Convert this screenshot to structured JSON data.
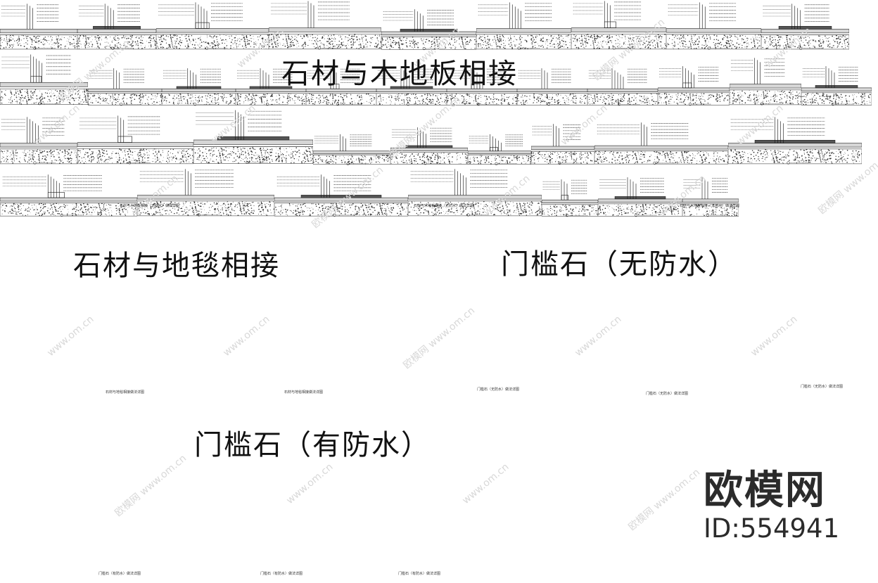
{
  "headings": {
    "stone_wood": "石材与木地板相接",
    "stone_carpet": "石材与地毯相接",
    "threshold_no_wp": "门槛石（无防水）",
    "threshold_wp": "门槛石（有防水）"
  },
  "sheet_captions": {
    "stone_wood_a": "石材与木地板相接（无防水）做法详图",
    "stone_wood_b": "石材与木地板相接（无防水）做法详图",
    "stone_wood_c": "石材与木地板相接（无防水）做法详图",
    "stone_carpet": "石材与地毯相接做法详图",
    "stone_carpet_b": "石材与地毯相接做法详图",
    "threshold_no_wp_a": "门槛石（无防水）做法详图",
    "threshold_no_wp_b": "门槛石（无防水）做法详图",
    "threshold_no_wp_c": "门槛石（无防水）做法详图",
    "threshold_wp_a": "门槛石（有防水）做法详图",
    "threshold_wp_b": "门槛石（有防水）做法详图",
    "threshold_wp_c": "门槛石（有防水）做法详图"
  },
  "watermark": {
    "text": "www.om.cn",
    "logo_text": "欧模网"
  },
  "brand": {
    "name": "欧模网",
    "id": "ID:554941"
  },
  "colors": {
    "ink": "#111111",
    "watermark": "#d8d8d8",
    "brand": "#2b2b2b"
  }
}
